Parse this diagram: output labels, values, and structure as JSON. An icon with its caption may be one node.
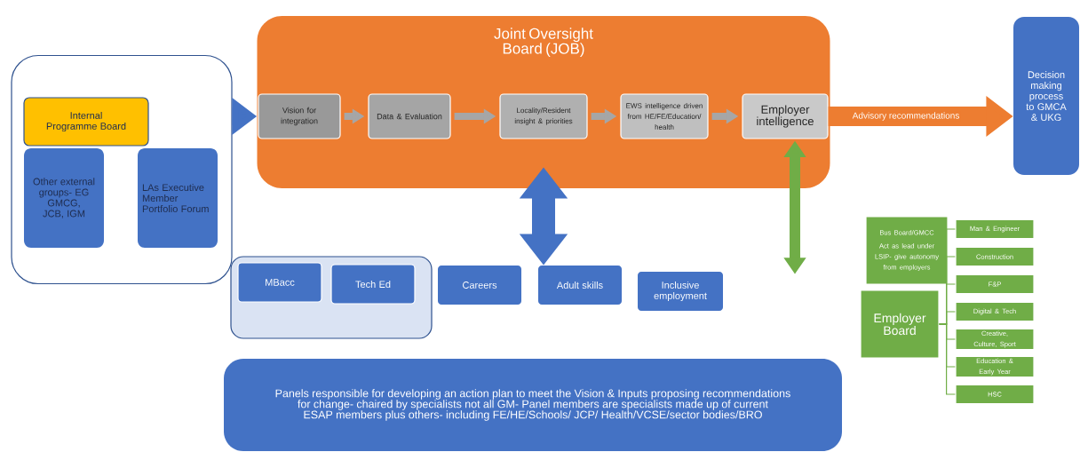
{
  "diagram": {
    "nodes": [
      {
        "text": [],
        "shape": "box"
      },
      {
        "text": [
          "Internal Programme Board"
        ],
        "in": 0
      },
      {
        "text": [
          "Other external groups- EG GMCG, JCB, IGM"
        ],
        "in": 0
      },
      {
        "text": [
          "LAs Executive Member Portfolio Forum"
        ],
        "in": 0
      },
      {
        "text": [
          "Joint Oversight Board (JOB)"
        ]
      },
      {
        "text": [
          "Vision for integration"
        ],
        "in": 4
      },
      {
        "text": [
          "Data & Evaluation"
        ],
        "in": 4
      },
      {
        "text": [
          "Locality/Resident insight & priorities"
        ],
        "in": 4
      },
      {
        "text": [
          "EWS intelligence driven from HE/FE/Education/ health"
        ],
        "in": 4
      },
      {
        "text": [
          "Employer intelligence"
        ],
        "in": 4
      },
      {
        "text": [
          "Decision making process to GMCA & UKG"
        ]
      },
      {
        "text": [],
        "shape": "box"
      },
      {
        "text": [
          "MBacc"
        ],
        "in": 11
      },
      {
        "text": [
          "Tech Ed"
        ],
        "in": 11
      },
      {
        "text": [
          "Careers"
        ]
      },
      {
        "text": [
          "Adult skills"
        ]
      },
      {
        "text": [
          "Inclusive employment"
        ]
      },
      {
        "text": [
          "Panels responsible for developing an action plan to meet the Vision & Inputs proposing recommendations for change- chaired by specialists not all GM- Panel members are specialists made up of current ESAP members plus others- including FE/HE/Schools/ JCP/ Health/VCSE/sector bodies/BRO"
        ]
      },
      {
        "text": [
          "Bus Board/GMCC",
          "Act as lead under LSIP- give autonomy from employers"
        ]
      },
      {
        "text": [
          "Employer Board"
        ]
      },
      {
        "text": [
          "Man & Engineer"
        ]
      },
      {
        "text": [
          "Construction"
        ]
      },
      {
        "text": [
          "F&P"
        ]
      },
      {
        "text": [
          "Digital & Tech"
        ]
      },
      {
        "text": [
          "Creative, Culture, Sport"
        ]
      },
      {
        "text": [
          "Education & Early Year"
        ]
      },
      {
        "text": [
          "HSC"
        ]
      }
    ],
    "edges": [
      {
        "from": 0,
        "to": 4,
        "arrow": "to",
        "style": "thick",
        "color": "#4472c4"
      },
      {
        "from": 5,
        "to": 6,
        "arrow": "to",
        "color": "#a6a6a6"
      },
      {
        "from": 6,
        "to": 7,
        "arrow": "to",
        "color": "#a6a6a6"
      },
      {
        "from": 7,
        "to": 8,
        "arrow": "to",
        "color": "#a6a6a6"
      },
      {
        "from": 8,
        "to": 9,
        "arrow": "to",
        "color": "#a6a6a6"
      },
      {
        "from": 9,
        "to": 10,
        "arrow": "to",
        "label": "Advisory recommendations",
        "style": "thick",
        "color": "#ed7d31"
      },
      {
        "from": 4,
        "to": 15,
        "arrow": "both",
        "style": "thick",
        "color": "#4472c4"
      },
      {
        "from": 9,
        "to": null,
        "arrow": "both"
      },
      {
        "from": 19,
        "to": 20,
        "arrow": "none"
      },
      {
        "from": 19,
        "to": 21,
        "arrow": "none"
      },
      {
        "from": 19,
        "to": 22,
        "arrow": "none"
      },
      {
        "from": 19,
        "to": 23,
        "arrow": "none"
      },
      {
        "from": 19,
        "to": 24,
        "arrow": "none"
      },
      {
        "from": 19,
        "to": 25,
        "arrow": "none"
      },
      {
        "from": 19,
        "to": 26,
        "arrow": "none"
      }
    ]
  }
}
